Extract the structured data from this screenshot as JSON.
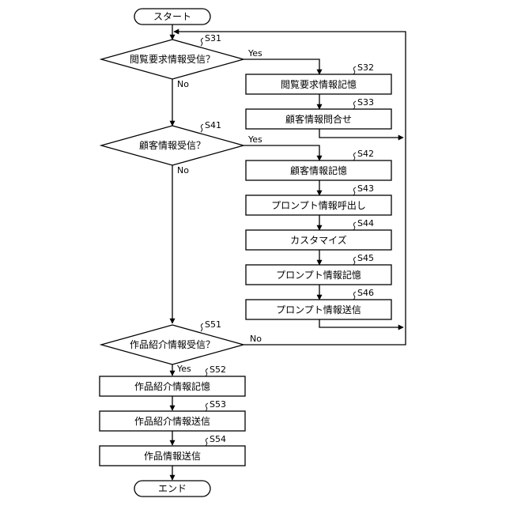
{
  "terminals": {
    "start": "スタート",
    "end": "エンド"
  },
  "decisions": {
    "s31": {
      "step": "S31",
      "label": "閲覧要求情報受信？"
    },
    "s41": {
      "step": "S41",
      "label": "顧客情報受信？"
    },
    "s51": {
      "step": "S51",
      "label": "作品紹介情報受信？"
    }
  },
  "processes": {
    "s32": {
      "step": "S32",
      "label": "閲覧要求情報記憶"
    },
    "s33": {
      "step": "S33",
      "label": "顧客情報問合せ"
    },
    "s42": {
      "step": "S42",
      "label": "顧客情報記憶"
    },
    "s43": {
      "step": "S43",
      "label": "プロンプト情報呼出し"
    },
    "s44": {
      "step": "S44",
      "label": "カスタマイズ"
    },
    "s45": {
      "step": "S45",
      "label": "プロンプト情報記憶"
    },
    "s46": {
      "step": "S46",
      "label": "プロンプト情報送信"
    },
    "s52": {
      "step": "S52",
      "label": "作品紹介情報記憶"
    },
    "s53": {
      "step": "S53",
      "label": "作品紹介情報送信"
    },
    "s54": {
      "step": "S54",
      "label": "作品情報送信"
    }
  },
  "branches": {
    "yes": "Yes",
    "no": "No"
  }
}
